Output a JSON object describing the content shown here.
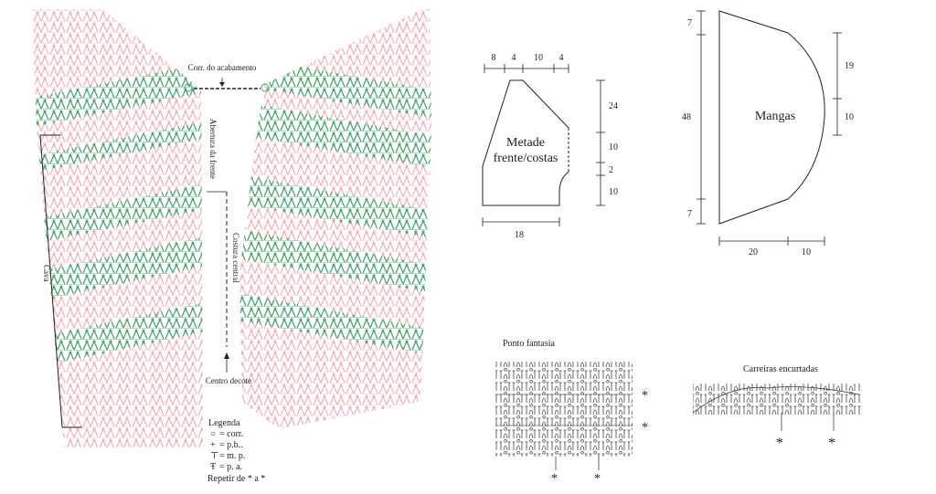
{
  "colors": {
    "pink": "#f1a9b0",
    "green": "#3aa86a",
    "ink": "#222222"
  },
  "main_chart": {
    "label_finishing": "Corr. do acabamento",
    "label_front_opening": "Abertura da frente",
    "label_center_seam": "Costura central",
    "label_armhole": "Cava",
    "label_center_neck": "Centro decote"
  },
  "legend": {
    "title": "Legenda",
    "items": [
      {
        "symbol": "○",
        "text": "= corr."
      },
      {
        "symbol": "+",
        "text": "= p.b.."
      },
      {
        "symbol": "⊤",
        "text": "= m. p."
      },
      {
        "symbol": "Ŧ",
        "text": "= p. a."
      }
    ],
    "repeat": "Repetir de * a *"
  },
  "body_schematic": {
    "title_line1": "Metade",
    "title_line2": "frente/costas",
    "top_dims": [
      "8",
      "4",
      "10",
      "4"
    ],
    "right_dims": [
      "24",
      "10",
      "2",
      "10"
    ],
    "bottom_dim": "18"
  },
  "sleeve_schematic": {
    "title": "Mangas",
    "left_dims": [
      "7",
      "48",
      "7"
    ],
    "right_dims": [
      "19",
      "10"
    ],
    "bottom_dims": [
      "20",
      "10"
    ]
  },
  "ponto_fantasia": {
    "title": "Ponto fantasia",
    "asterisk": "*"
  },
  "carreiras": {
    "title": "Carreiras encurtadas",
    "asterisk": "*"
  }
}
